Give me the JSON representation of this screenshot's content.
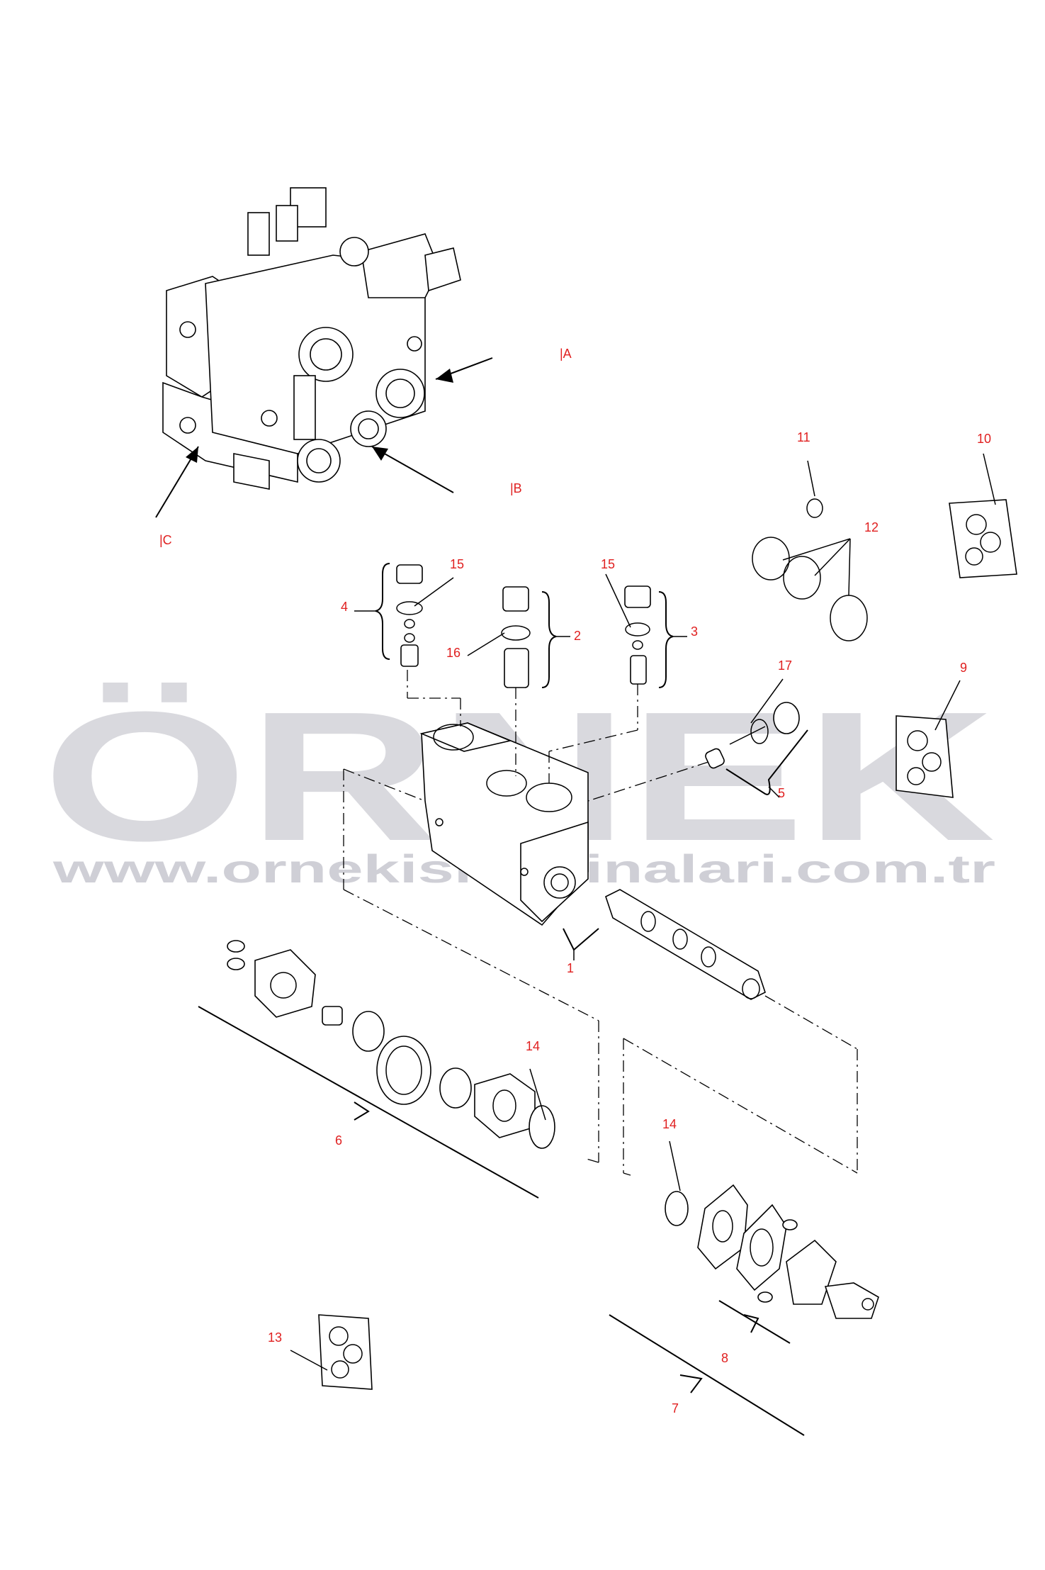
{
  "watermark": {
    "brand": "ÖRNEK",
    "url": "www.ornekismakinalari.com.tr",
    "brand_color": "#d9d9de",
    "accent_color": "#f5d77a"
  },
  "view_labels": {
    "a": "|A",
    "b": "|B",
    "c": "|C"
  },
  "callouts": {
    "n1": "1",
    "n2": "2",
    "n3": "3",
    "n4": "4",
    "n5": "5",
    "n6": "6",
    "n7": "7",
    "n8": "8",
    "n9": "9",
    "n10": "10",
    "n11": "11",
    "n12": "12",
    "n13": "13",
    "n14a": "14",
    "n14b": "14",
    "n15a": "15",
    "n15b": "15",
    "n16": "16",
    "n17": "17"
  },
  "icons": {
    "seal_kit": "seal-kit-icon",
    "valve_assembly": "valve-assembly-icon"
  },
  "colors": {
    "callout": "#e02020",
    "line": "#000000"
  }
}
